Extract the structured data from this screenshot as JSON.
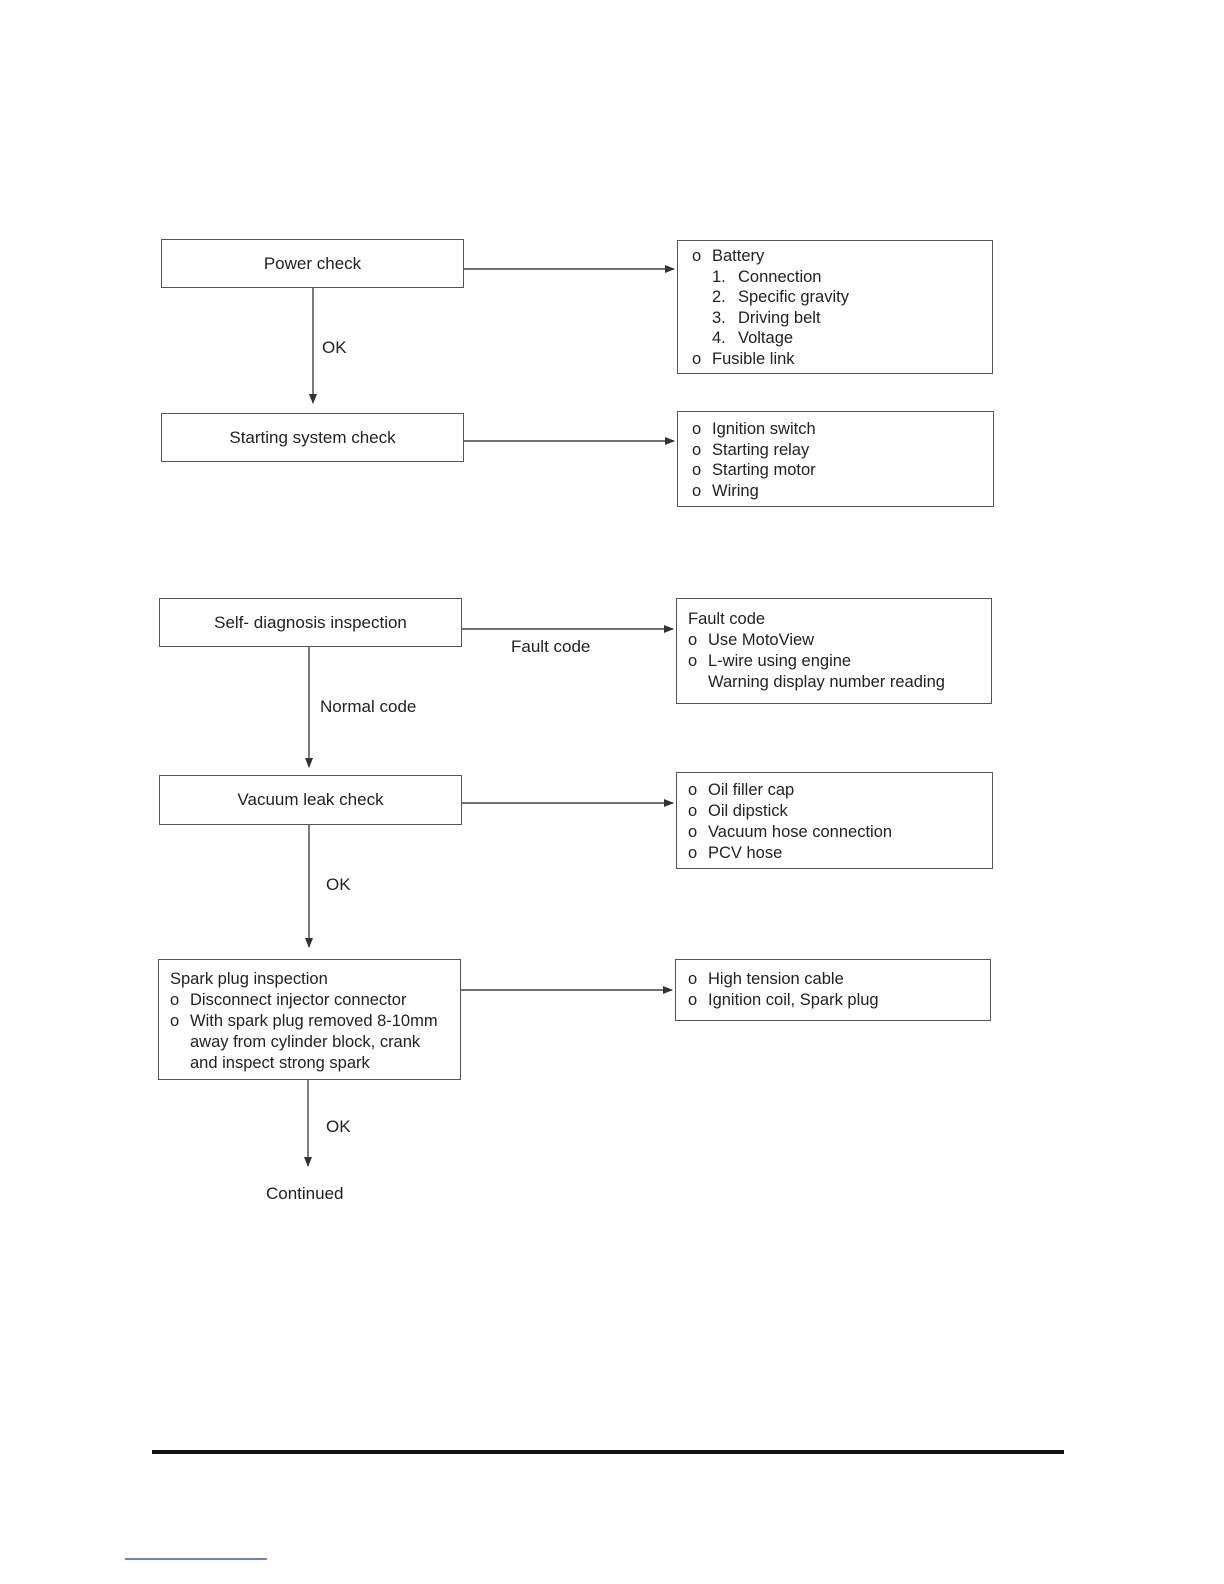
{
  "steps": {
    "power_check": "Power check",
    "starting_system_check": "Starting system check",
    "self_diagnosis": "Self- diagnosis inspection",
    "vacuum_leak_check": "Vacuum leak check",
    "spark_plug": {
      "title": "Spark plug inspection",
      "bullet": "o",
      "item1": "Disconnect injector connector",
      "item2_lines": [
        "With spark plug removed 8-10mm",
        "away from cylinder block, crank",
        "and inspect strong spark"
      ]
    }
  },
  "edge_labels": {
    "ok_1": "OK",
    "fault_code": "Fault code",
    "normal_code": "Normal code",
    "ok_2": "OK",
    "ok_3": "OK",
    "continued": "Continued"
  },
  "details": {
    "power": {
      "bullet": "o",
      "battery": "Battery",
      "battery_items": [
        {
          "num": "1.",
          "text": "Connection"
        },
        {
          "num": "2.",
          "text": "Specific gravity"
        },
        {
          "num": "3.",
          "text": "Driving belt"
        },
        {
          "num": "4.",
          "text": "Voltage"
        }
      ],
      "fusible_link": "Fusible link"
    },
    "starting": {
      "bullet": "o",
      "items": [
        "Ignition switch",
        "Starting relay",
        "Starting motor",
        "Wiring"
      ]
    },
    "fault": {
      "title": "Fault code",
      "bullet": "o",
      "item1": "Use MotoView",
      "item2_lines": [
        "L-wire using engine",
        "Warning display number reading"
      ]
    },
    "vacuum": {
      "bullet": "o",
      "items": [
        "Oil filler cap",
        "Oil dipstick",
        "Vacuum hose connection",
        "PCV hose"
      ]
    },
    "ignition": {
      "bullet": "o",
      "items": [
        "High tension cable",
        "Ignition coil, Spark plug"
      ]
    }
  }
}
